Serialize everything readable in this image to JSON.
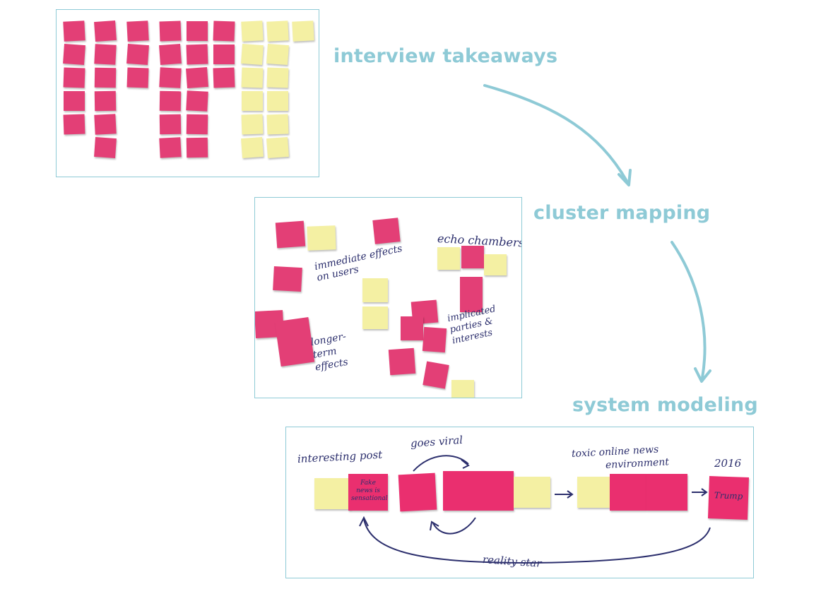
{
  "stages": [
    {
      "label": "interview takeaways"
    },
    {
      "label": "cluster mapping"
    },
    {
      "label": "system modeling"
    }
  ],
  "cluster_mapping": {
    "groups": {
      "echo_chambers": "echo chambers",
      "immediate_effects": "immediate effects on users",
      "longer_term": "longer-term effects",
      "implicated": "implicated parties & interests"
    }
  },
  "system_modeling": {
    "labels": {
      "interesting_post": "interesting post",
      "goes_viral": "goes viral",
      "toxic_env_line1": "toxic online news",
      "toxic_env_line2": "environment",
      "year": "2016",
      "reality_star": "reality star"
    },
    "notes": {
      "fake_news": "Fake news is sensational",
      "trump": "Trump"
    }
  },
  "colors": {
    "accent": "#8ecad6",
    "note_pink": "#e33f76",
    "note_yellow": "#f4f0a3",
    "ink": "#2c2f6d"
  }
}
